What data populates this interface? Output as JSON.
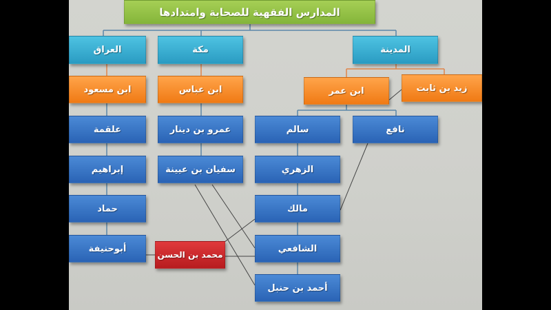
{
  "title": "المدارس الفقهية للصحابة وامتدادها",
  "colors": {
    "title": "#92c247",
    "city": "#34aed4",
    "companion": "#f58a25",
    "scholar": "#3573c4",
    "highlight": "#c82a2c",
    "connector_blue": "#5a86a8",
    "connector_orange": "#e0854a",
    "cross_line": "#333333"
  },
  "nodes": {
    "iraq": "العراق",
    "makkah": "مكة",
    "madinah": "المدينة",
    "ibn_masud": "ابن مسعود",
    "ibn_abbas": "ابن عباس",
    "ibn_umar": "ابن عمر",
    "zayd": "زيد بن ثابت",
    "alqamah": "علقمة",
    "amr": "عمرو بن دينار",
    "salim": "سالم",
    "nafi": "نافع",
    "ibrahim": "إبراهيم",
    "sufyan": "سفيان بن عيينة",
    "zuhri": "الزهري",
    "hammad": "حماد",
    "malik": "مالك",
    "abu_hanifa": "أبوحنيفة",
    "muhammad": "محمد بن الحسن",
    "shafii": "الشافعي",
    "ahmad": "أحمد بن حنبل"
  }
}
